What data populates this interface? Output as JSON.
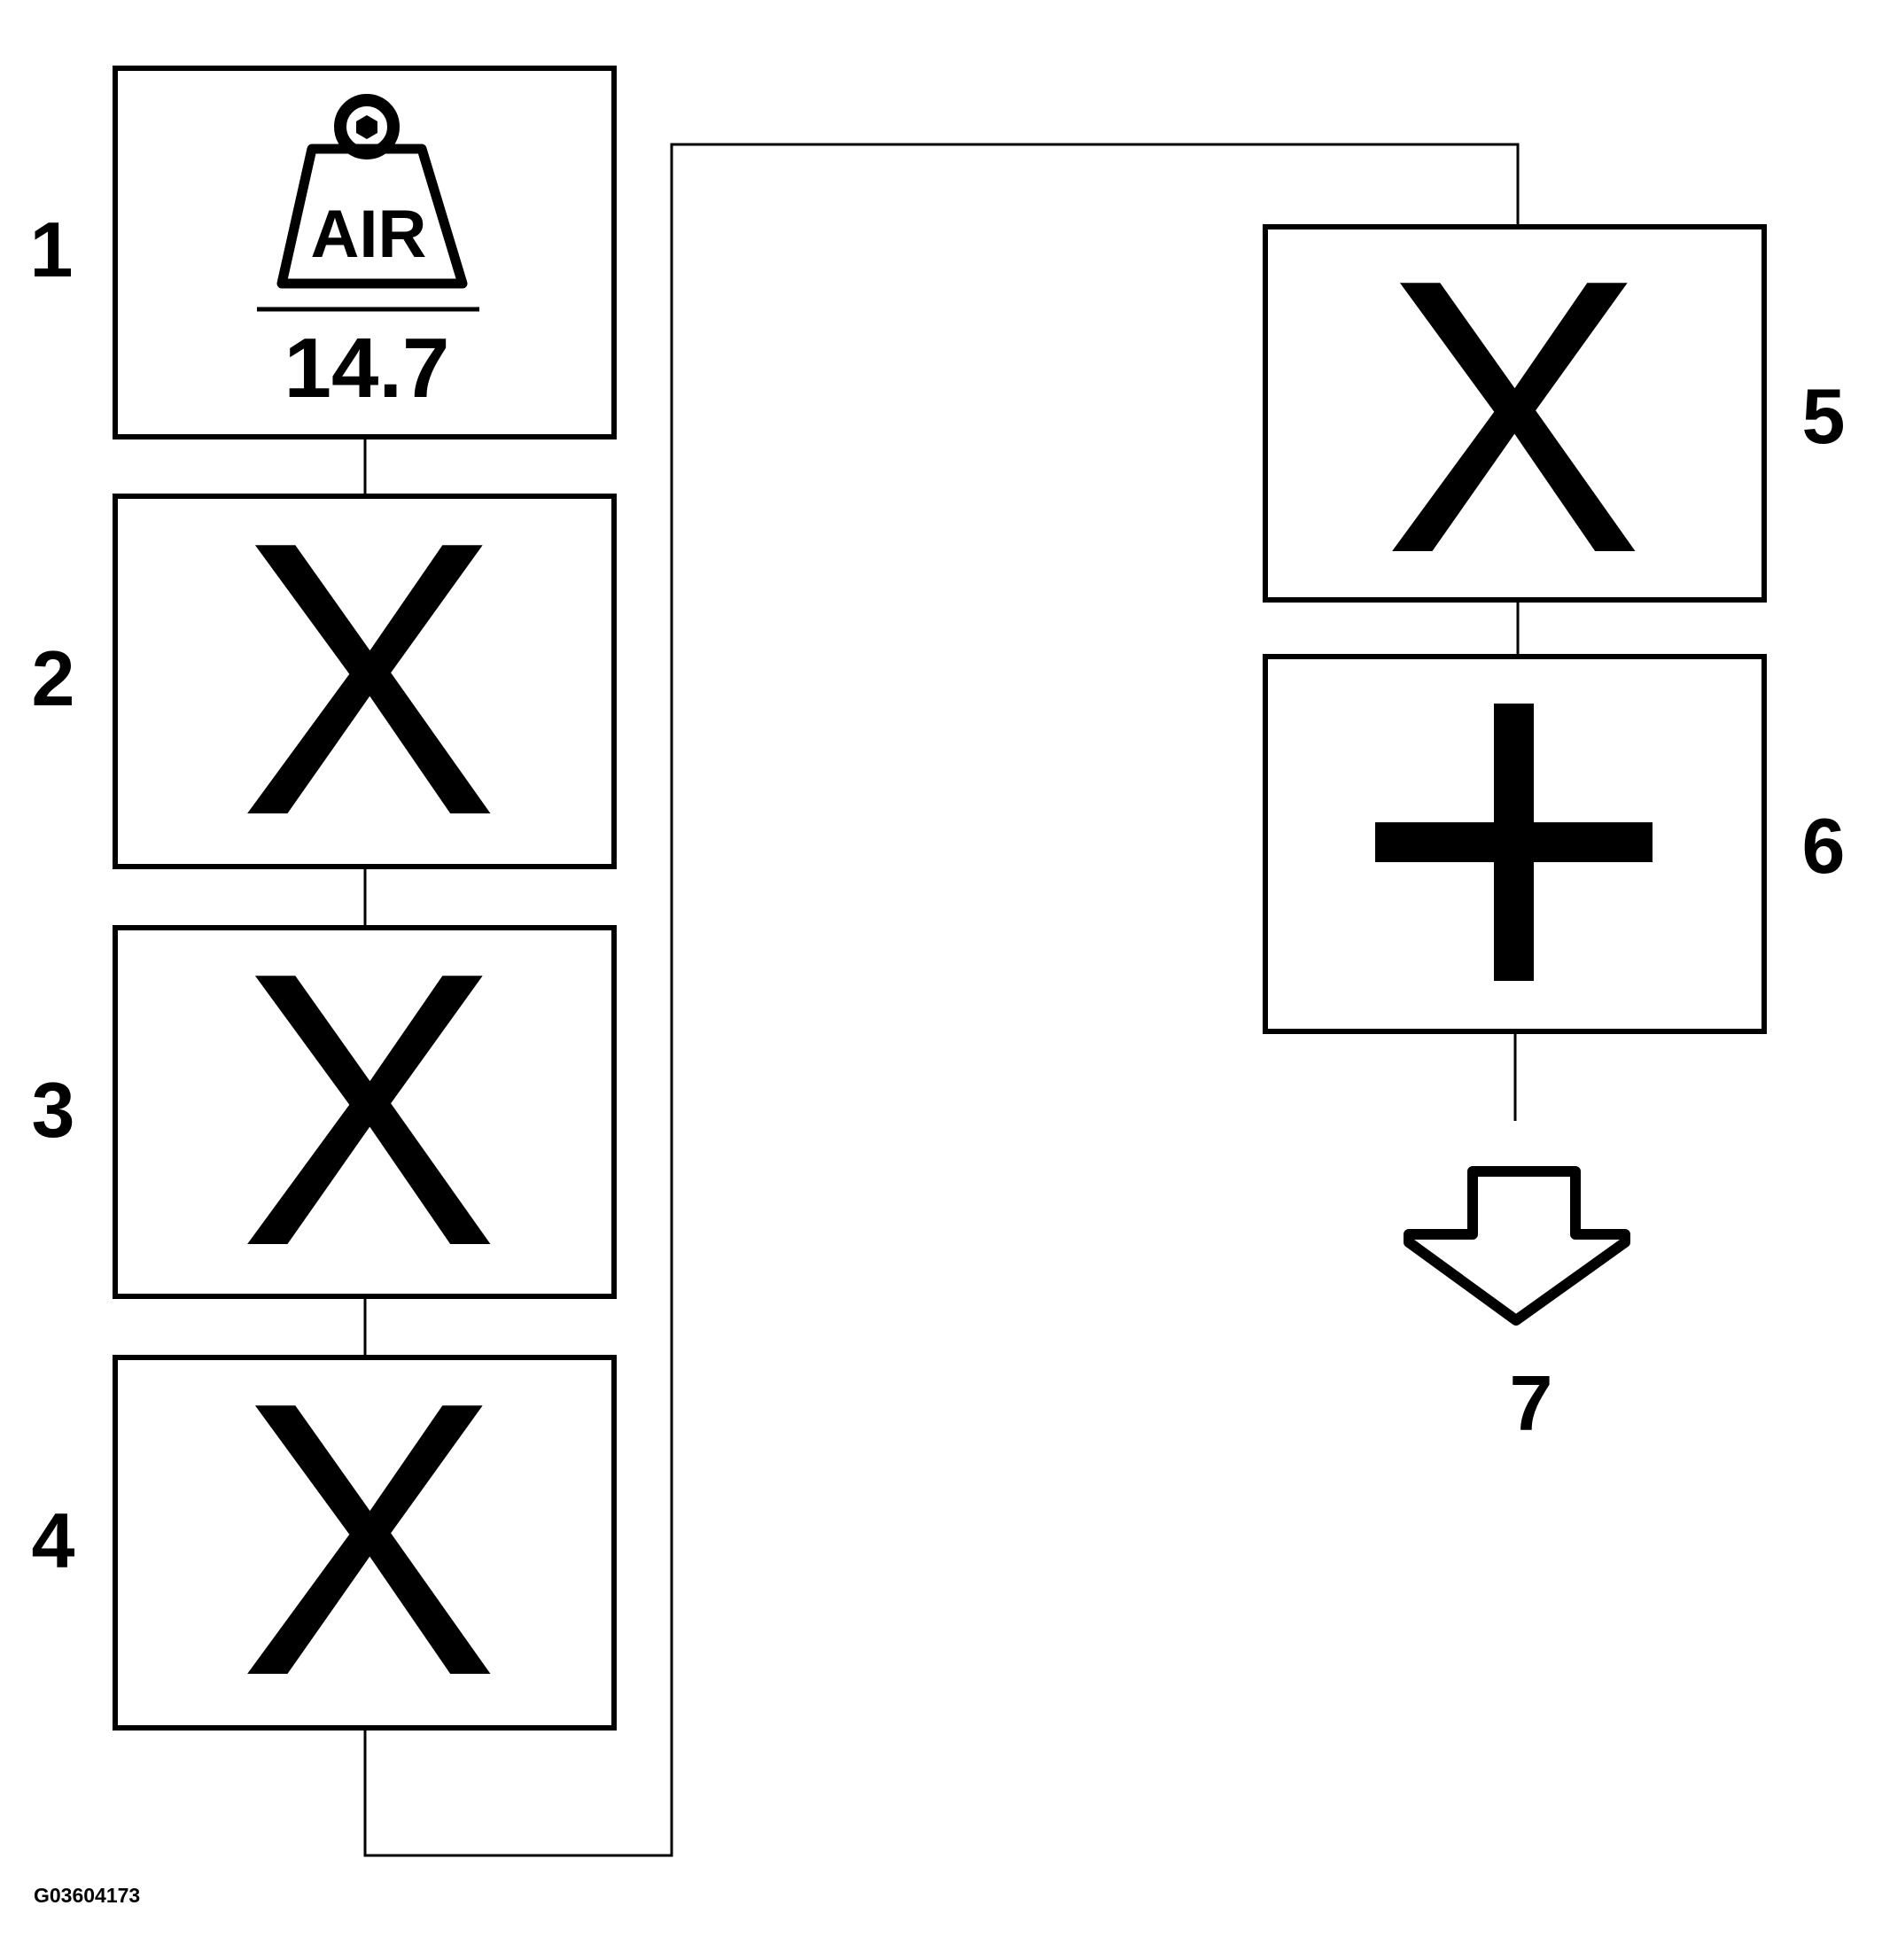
{
  "diagram": {
    "step_labels": [
      "1",
      "2",
      "3",
      "4",
      "5",
      "6",
      "7"
    ],
    "step1": {
      "weight_text": "AIR",
      "value": "14.7"
    },
    "multiply_symbol": "X",
    "figure_code": "G03604173",
    "colors": {
      "stroke": "#000000",
      "background": "#ffffff"
    },
    "icons": [
      "weight-icon",
      "multiply-icon",
      "plus-icon",
      "down-arrow-icon"
    ]
  }
}
